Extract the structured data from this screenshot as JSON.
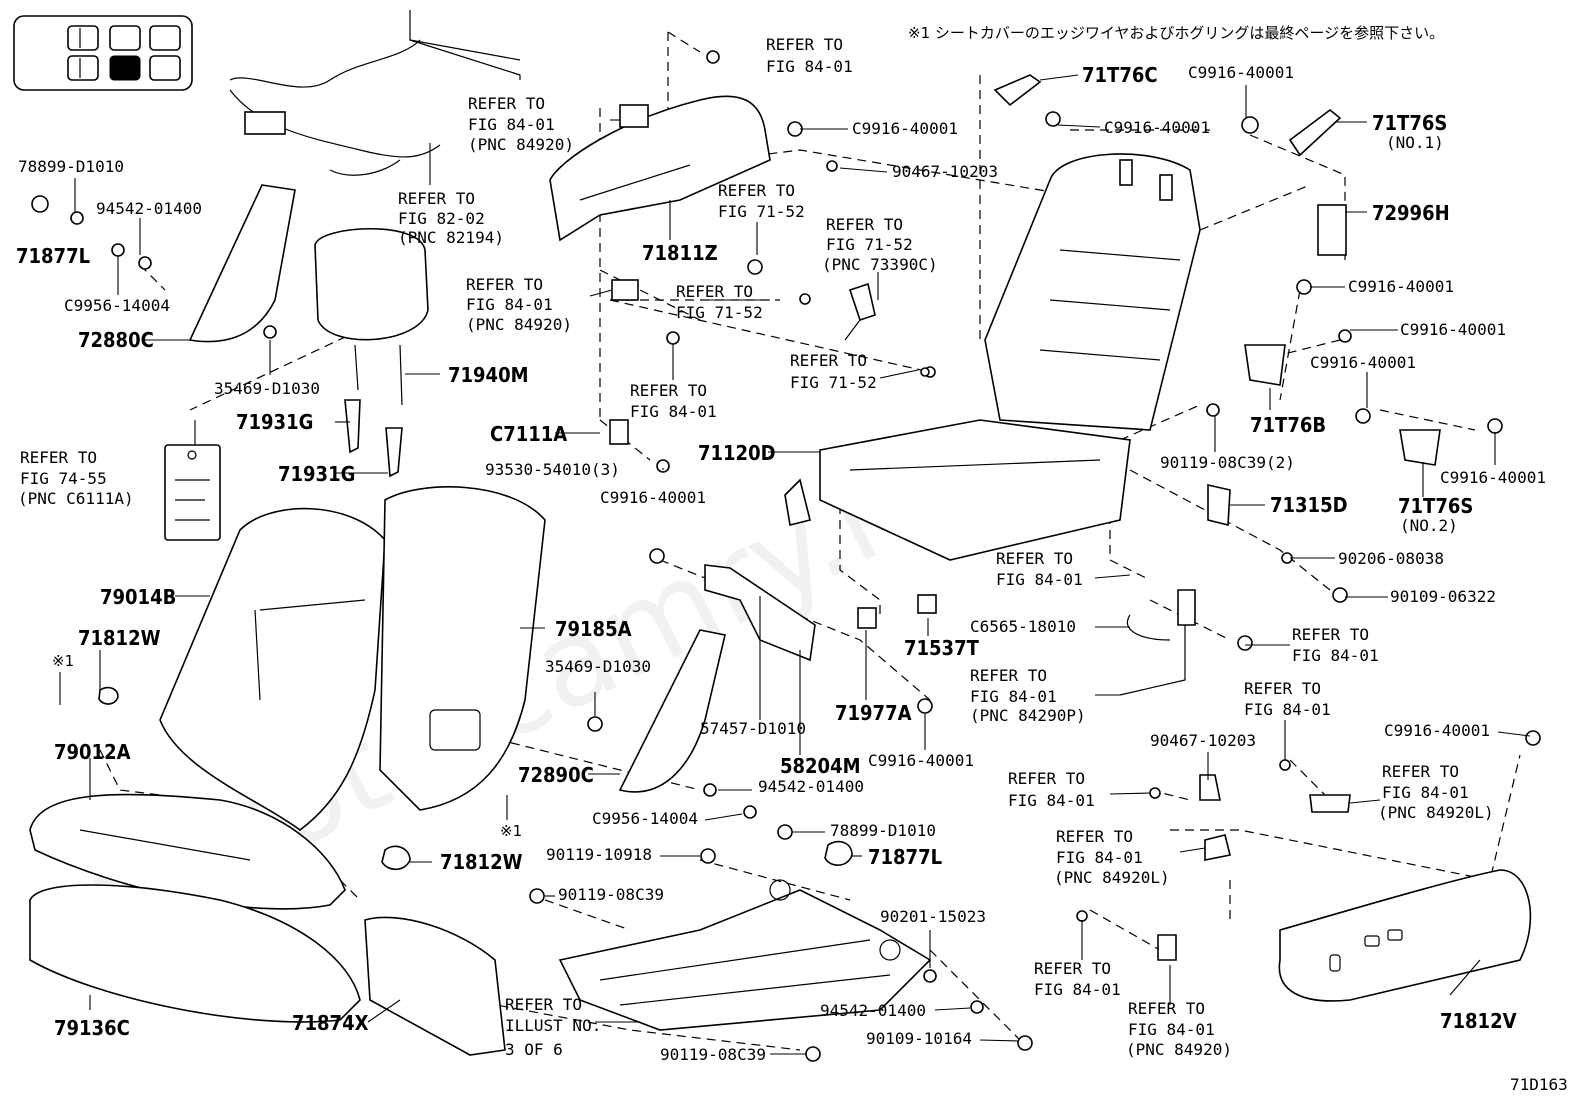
{
  "note_top": "※1 シートカバーのエッジワイヤおよびホグリングは最終ページを参照下さい。",
  "watermark": "toyota-camry.ru",
  "diagram_code": "71D163",
  "parts": {
    "p71877L_a": "71877L",
    "p78899_a": "78899-D1010",
    "p94542_a": "94542-01400",
    "pC9956_a": "C9956-14004",
    "p72880C": "72880C",
    "p35469_a": "35469-D1030",
    "p71940M": "71940M",
    "p71931G_a": "71931G",
    "p71931G_b": "71931G",
    "p79014B": "79014B",
    "p71812W_a": "71812W",
    "p79012A": "79012A",
    "p79136C": "79136C",
    "p71874X": "71874X",
    "p79185A": "79185A",
    "p71812W_b": "71812W",
    "p71811Z": "71811Z",
    "pC9916_a": "C9916-40001",
    "p90467_a": "90467-10203",
    "pC7111A": "C7111A",
    "p93530": "93530-54010(3)",
    "pC9916_b": "C9916-40001",
    "p71120D": "71120D",
    "p71T76C": "71T76C",
    "pC9916_c": "C9916-40001",
    "pC9916_d": "C9916-40001",
    "p71T76S_a": "71T76S",
    "p71T76S_a_sub": "(NO.1)",
    "p72996H": "72996H",
    "pC9916_e": "C9916-40001",
    "pC9916_f": "C9916-40001",
    "pC9916_g": "C9916-40001",
    "p71T76B": "71T76B",
    "p90119_08C39_2": "90119-08C39(2)",
    "pC9916_h": "C9916-40001",
    "p71T76S_b": "71T76S",
    "p71T76S_b_sub": "(NO.2)",
    "p71315D": "71315D",
    "p90206": "90206-08038",
    "p90109_06322": "90109-06322",
    "p71537T": "71537T",
    "pC6565": "C6565-18010",
    "p35469_b": "35469-D1030",
    "p57457": "57457-D1010",
    "p58204M": "58204M",
    "p71977A": "71977A",
    "pC9916_i": "C9916-40001",
    "p72890C": "72890C",
    "p94542_b": "94542-01400",
    "pC9956_b": "C9956-14004",
    "p78899_b": "78899-D1010",
    "p71877L_b": "71877L",
    "p90119_10918": "90119-10918",
    "p90119_08C39_a": "90119-08C39",
    "p90201": "90201-15023",
    "p94542_c": "94542-01400",
    "p90109_10164": "90109-10164",
    "p90119_08C39_b": "90119-08C39",
    "p90467_b": "90467-10203",
    "pC9916_j": "C9916-40001",
    "p71812V": "71812V"
  },
  "refers": {
    "r1_a": "REFER TO",
    "r1_b": "FIG 84-01",
    "r2_a": "REFER TO",
    "r2_b": "FIG 84-01",
    "r2_c": "(PNC 84920)",
    "r3_a": "REFER TO",
    "r3_b": "FIG 82-02",
    "r3_c": "(PNC 82194)",
    "r4_a": "REFER TO",
    "r4_b": "FIG 71-52",
    "r5_a": "REFER TO",
    "r5_b": "FIG 71-52",
    "r5_c": "(PNC 73390C)",
    "r6_a": "REFER TO",
    "r6_b": "FIG 84-01",
    "r6_c": "(PNC 84920)",
    "r7_a": "REFER TO",
    "r7_b": "FIG 71-52",
    "r8_a": "REFER TO",
    "r8_b": "FIG 71-52",
    "r9_a": "REFER TO",
    "r9_b": "FIG 84-01",
    "r10_a": "REFER TO",
    "r10_b": "FIG 74-55",
    "r10_c": "(PNC C6111A)",
    "r11_a": "REFER TO",
    "r11_b": "FIG 84-01",
    "r12_a": "REFER TO",
    "r12_b": "FIG 84-01",
    "r13_a": "REFER TO",
    "r13_b": "FIG 84-01",
    "r13_c": "(PNC 84290P)",
    "r14_a": "REFER TO",
    "r14_b": "FIG 84-01",
    "r15_a": "REFER TO",
    "r15_b": "FIG 84-01",
    "r16_a": "REFER TO",
    "r16_b": "FIG 84-01",
    "r16_c": "(PNC 84920L)",
    "r17_a": "REFER TO",
    "r17_b": "FIG 84-01",
    "r17_c": "(PNC 84920L)",
    "r18_a": "REFER TO",
    "r18_b": "FIG 84-01",
    "r19_a": "REFER TO",
    "r19_b": "FIG 84-01",
    "r19_c": "(PNC 84920)",
    "r20_a": "REFER TO",
    "r20_b": "ILLUST NO.",
    "r20_c": "3 OF 6"
  },
  "marks": {
    "m1": "※1",
    "m2": "※1"
  }
}
